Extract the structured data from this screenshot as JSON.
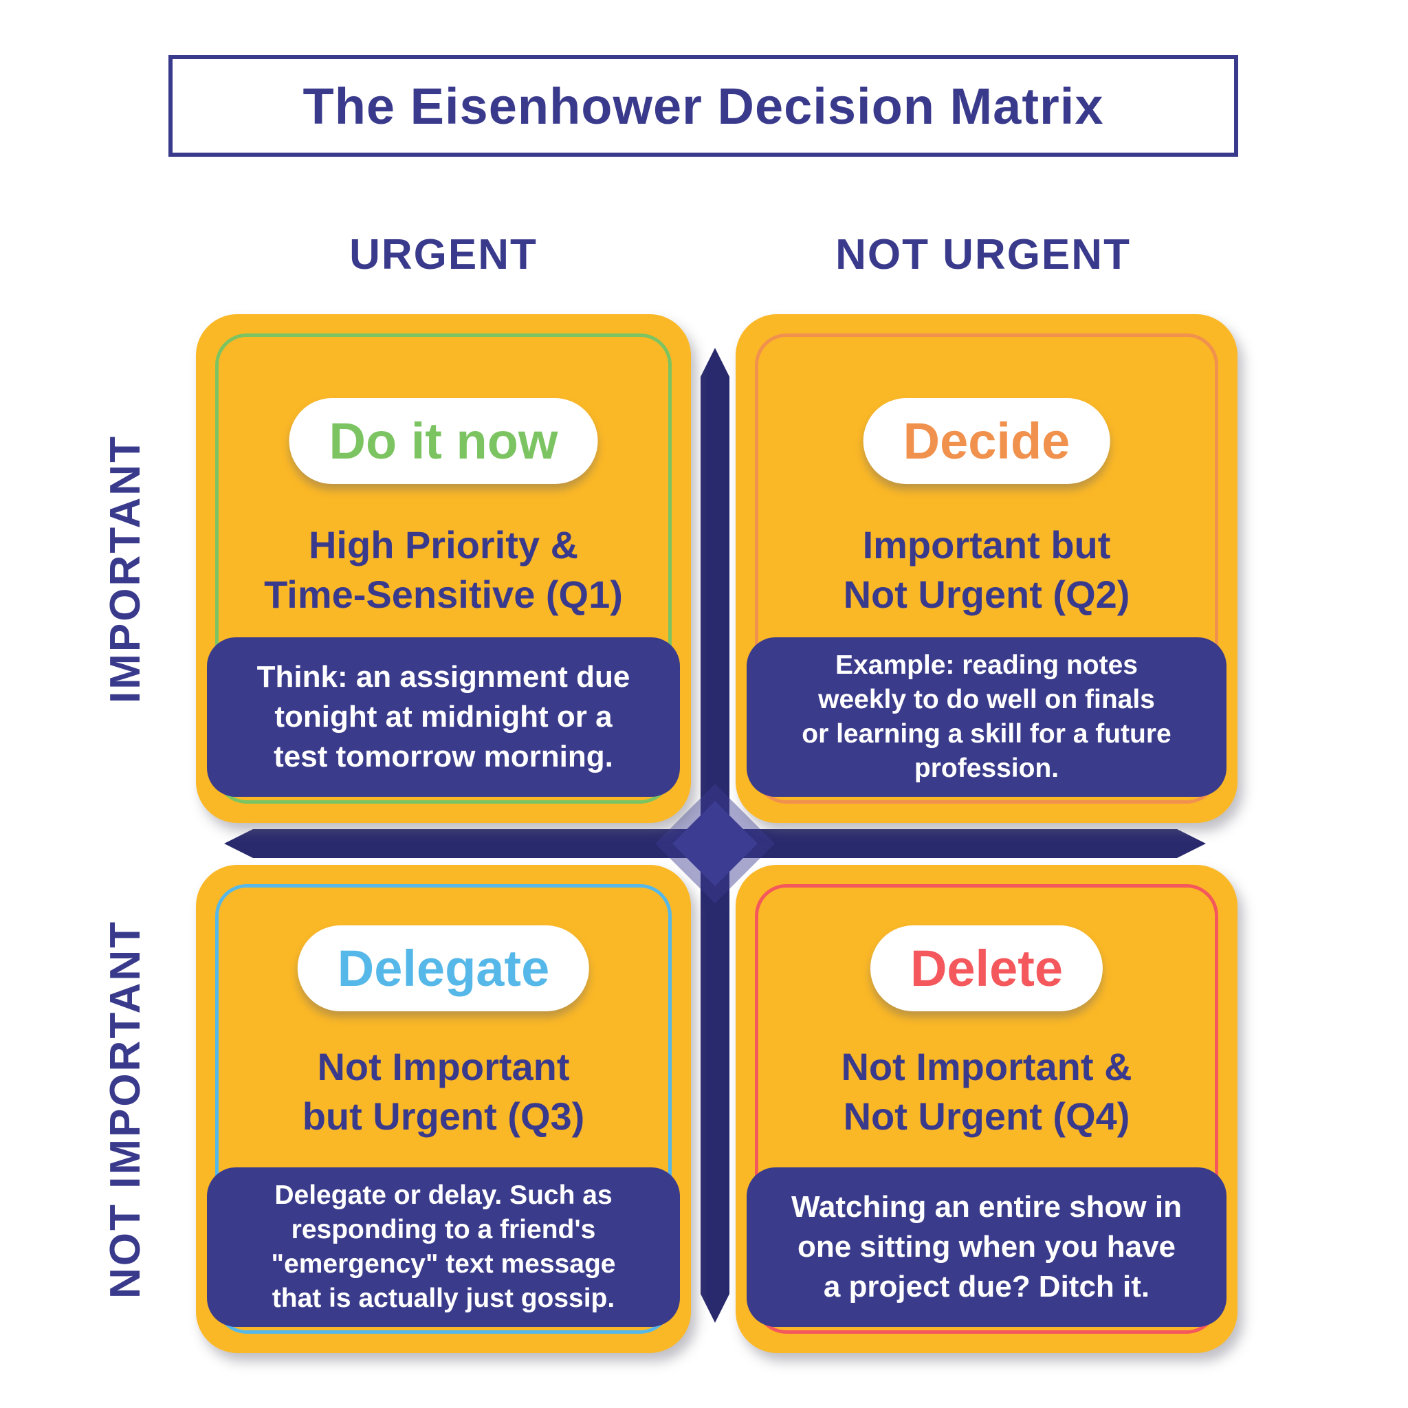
{
  "title": "The Eisenhower Decision Matrix",
  "columns": {
    "left": "URGENT",
    "right": "NOT URGENT"
  },
  "rows": {
    "top": "IMPORTANT",
    "bottom": "NOT IMPORTANT"
  },
  "colors": {
    "indigo_text": "#3A3A8C",
    "card_yellow": "#FBB826",
    "cross_navy": "#29296E",
    "cross_diamond": "#3C3C92",
    "note_box_navy": "#3B3B8C",
    "q1_green": "#7CC462",
    "q2_orange": "#F0914E",
    "q3_blue": "#56B8E8",
    "q4_coral": "#F4575C"
  },
  "quadrants": [
    {
      "id": "Q1",
      "action": "Do it now",
      "accent": "#7CC462",
      "subtitle_lines": [
        "High Priority &",
        "Time-Sensitive (Q1)"
      ],
      "note_lines": [
        "Think: an assignment due",
        "tonight at midnight or a",
        "test tomorrow morning."
      ]
    },
    {
      "id": "Q2",
      "action": "Decide",
      "accent": "#F0914E",
      "subtitle_lines": [
        "Important but",
        "Not Urgent (Q2)"
      ],
      "note_lines": [
        "Example: reading notes",
        "weekly to do well on finals",
        "or learning a skill for a future",
        "profession."
      ]
    },
    {
      "id": "Q3",
      "action": "Delegate",
      "accent": "#56B8E8",
      "subtitle_lines": [
        "Not Important",
        "but Urgent (Q3)"
      ],
      "note_lines": [
        "Delegate or delay. Such as",
        "responding to a friend's",
        "\"emergency\" text message",
        "that is actually just gossip."
      ]
    },
    {
      "id": "Q4",
      "action": "Delete",
      "accent": "#F4575C",
      "subtitle_lines": [
        "Not Important &",
        "Not Urgent (Q4)"
      ],
      "note_lines": [
        "Watching an entire show in",
        "one sitting when you have",
        "a project due? Ditch it."
      ]
    }
  ]
}
